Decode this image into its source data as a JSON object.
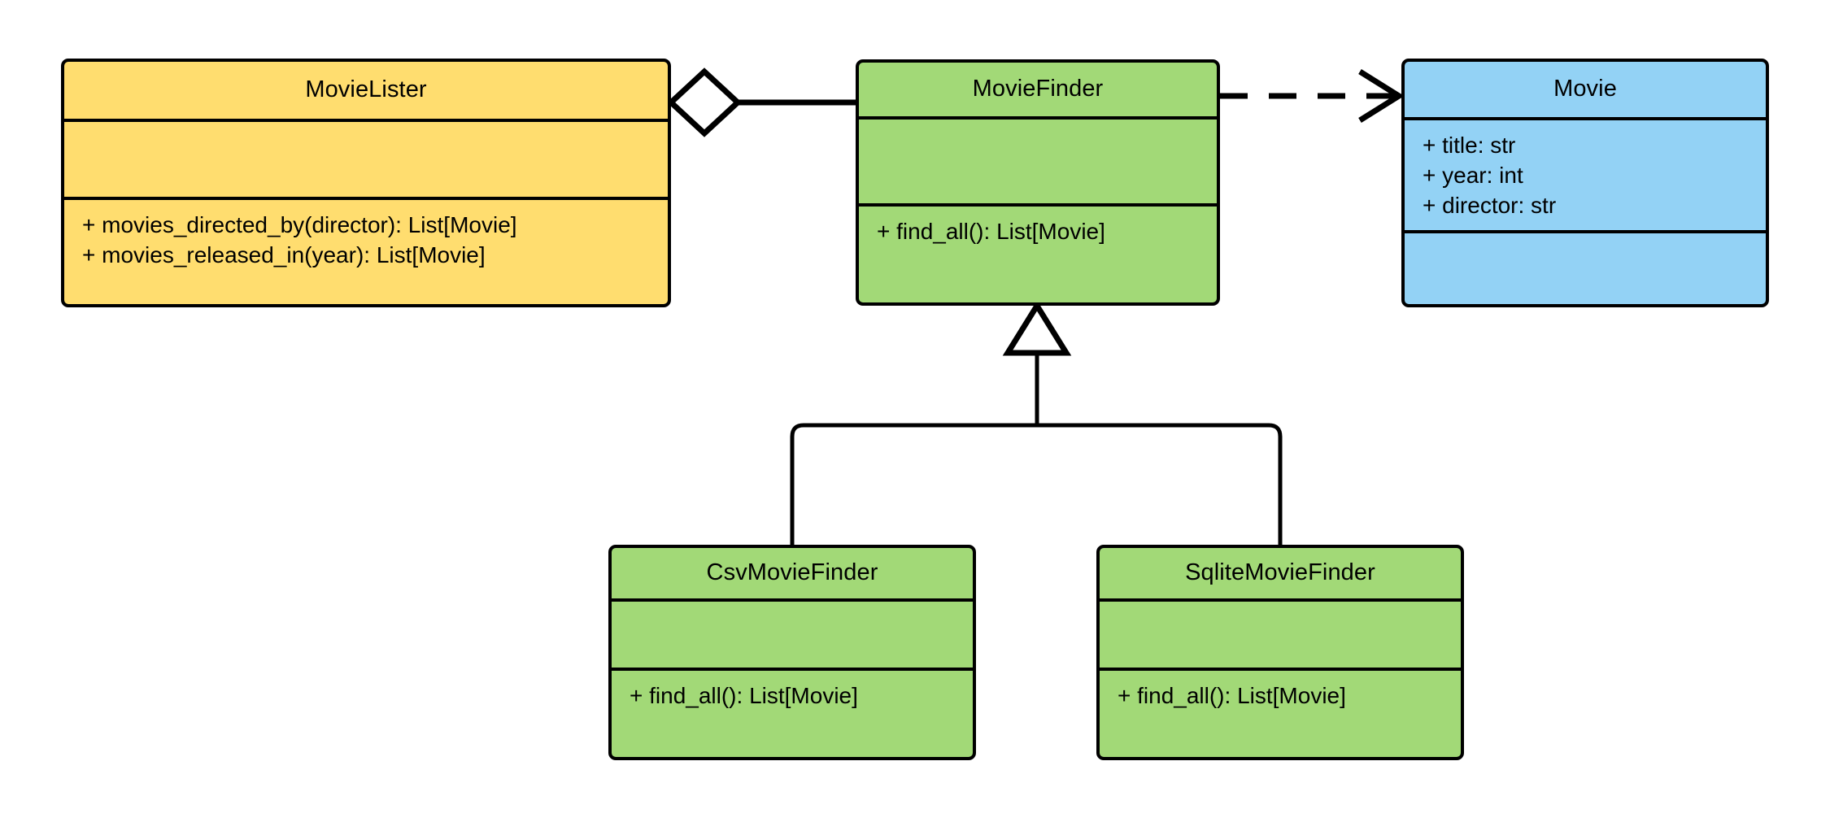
{
  "diagram": {
    "kind": "uml-class-diagram",
    "background": "#ffffff",
    "line_color": "#000000"
  },
  "palette": {
    "lister_fill": "#ffdd6f",
    "finder_fill": "#a2d977",
    "movie_fill": "#93d2f5",
    "stroke": "#000000"
  },
  "classes": {
    "movie_lister": {
      "name": "MovieLister",
      "attributes": [],
      "methods": [
        "+ movies_directed_by(director): List[Movie]",
        "+ movies_released_in(year): List[Movie]"
      ]
    },
    "movie_finder": {
      "name": "MovieFinder",
      "attributes": [],
      "methods": [
        "+ find_all(): List[Movie]"
      ]
    },
    "movie": {
      "name": "Movie",
      "attributes": [
        "+ title: str",
        "+ year: int",
        "+ director: str"
      ],
      "methods": []
    },
    "csv_movie_finder": {
      "name": "CsvMovieFinder",
      "attributes": [],
      "methods": [
        "+ find_all(): List[Movie]"
      ]
    },
    "sqlite_movie_finder": {
      "name": "SqliteMovieFinder",
      "attributes": [],
      "methods": [
        "+ find_all(): List[Movie]"
      ]
    }
  },
  "relationships": [
    {
      "id": "aggregation-lister-finder",
      "type": "aggregation",
      "source": "MovieLister",
      "target": "MovieFinder",
      "marker": "hollow-diamond",
      "line_style": "solid",
      "label": ""
    },
    {
      "id": "dependency-finder-movie",
      "type": "dependency",
      "source": "MovieFinder",
      "target": "Movie",
      "marker": "open-arrow",
      "line_style": "dashed",
      "label": ""
    },
    {
      "id": "generalization-csv-finder",
      "type": "generalization",
      "source": "CsvMovieFinder",
      "target": "MovieFinder",
      "marker": "hollow-triangle",
      "line_style": "solid",
      "label": ""
    },
    {
      "id": "generalization-sqlite-finder",
      "type": "generalization",
      "source": "SqliteMovieFinder",
      "target": "MovieFinder",
      "marker": "hollow-triangle",
      "line_style": "solid",
      "label": ""
    }
  ]
}
